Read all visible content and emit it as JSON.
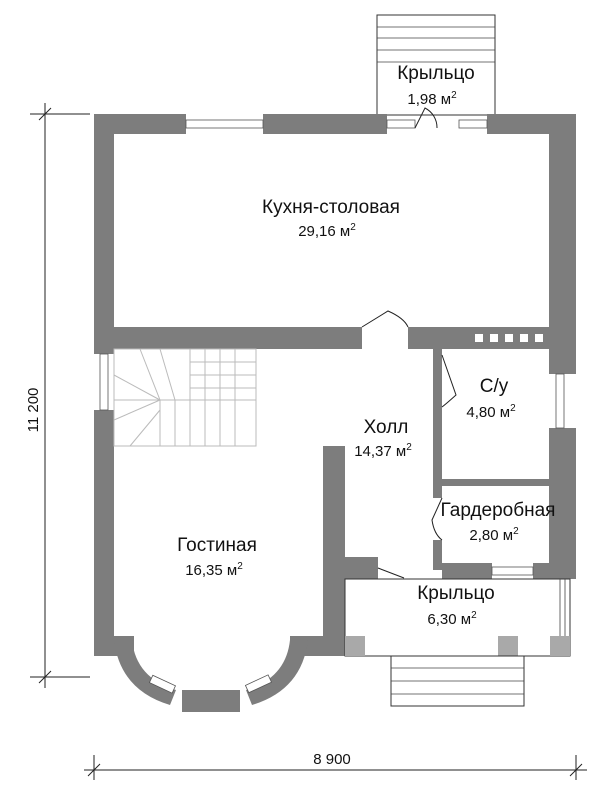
{
  "plan": {
    "rooms": [
      {
        "id": "porch-top",
        "name": "Крыльцо",
        "area": "1,98 м",
        "unit_sup": "2"
      },
      {
        "id": "kitchen-dining",
        "name": "Кухня-столовая",
        "area": "29,16 м",
        "unit_sup": "2"
      },
      {
        "id": "bathroom",
        "name": "С/у",
        "area": "4,80 м",
        "unit_sup": "2"
      },
      {
        "id": "hall",
        "name": "Холл",
        "area": "14,37 м",
        "unit_sup": "2"
      },
      {
        "id": "wardrobe",
        "name": "Гардеробная",
        "area": "2,80 м",
        "unit_sup": "2"
      },
      {
        "id": "living-room",
        "name": "Гостиная",
        "area": "16,35 м",
        "unit_sup": "2"
      },
      {
        "id": "porch-bottom",
        "name": "Крыльцо",
        "area": "6,30 м",
        "unit_sup": "2"
      }
    ],
    "dimensions": {
      "height_label": "11 200",
      "width_label": "8 900"
    }
  }
}
